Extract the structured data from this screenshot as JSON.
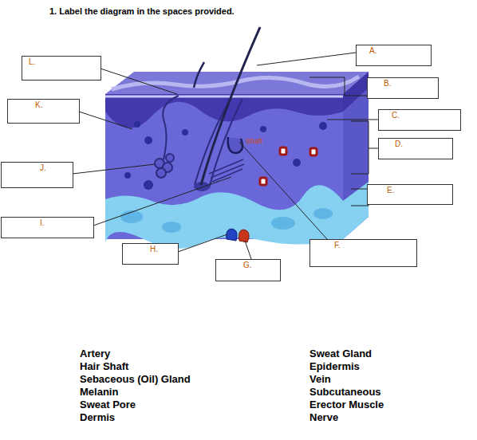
{
  "diagram": {
    "title": "1. Label the diagram in the spaces provided.",
    "nodes": [
      {
        "text": [
          "A."
        ]
      },
      {
        "text": [
          "L."
        ]
      },
      {
        "text": [
          "B."
        ]
      },
      {
        "text": [
          "K."
        ]
      },
      {
        "text": [
          "C."
        ]
      },
      {
        "text": [
          "D."
        ]
      },
      {
        "text": [
          "J."
        ]
      },
      {
        "text": [
          "E."
        ]
      },
      {
        "text": [
          "I."
        ]
      },
      {
        "text": [
          "F."
        ]
      },
      {
        "text": [
          "H."
        ]
      },
      {
        "text": [
          "G."
        ]
      }
    ],
    "labels": [
      "Shaft",
      "Artery",
      "Sweat Gland",
      "Hair Shaft",
      "Epidermis",
      "Sebaceous (Oil) Gland",
      "Vein",
      "Melanin",
      "Subcutaneous",
      "Sweat Pore",
      "Erector Muscle",
      "Dermis",
      "Nerve"
    ]
  }
}
